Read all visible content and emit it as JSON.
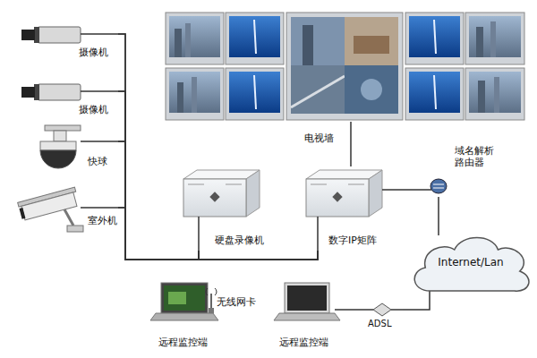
{
  "diagram": {
    "nodes": [
      {
        "text": [
          "摄像机"
        ]
      },
      {
        "text": [
          "摄像机"
        ]
      },
      {
        "text": [
          "快球"
        ]
      },
      {
        "text": [
          "室外机"
        ]
      },
      {
        "text": [
          "电视墙"
        ]
      },
      {
        "text": [
          "硬盘录像机"
        ]
      },
      {
        "text": [
          "数字IP矩阵"
        ]
      },
      {
        "text": [
          "域名解析 路由器"
        ]
      },
      {
        "text": [
          "Internet/Lan"
        ]
      },
      {
        "text": [
          "远程监控端"
        ]
      },
      {
        "text": [
          "远程监控端"
        ]
      },
      {
        "text": [
          "ADSL"
        ]
      }
    ],
    "edges": [
      {
        "from": 0,
        "to": 5,
        "arrow": "none"
      },
      {
        "from": 0,
        "to": 6,
        "arrow": "none"
      },
      {
        "from": 1,
        "to": 5,
        "arrow": "none"
      },
      {
        "from": 1,
        "to": 6,
        "arrow": "none"
      },
      {
        "from": 2,
        "to": 5,
        "arrow": "none"
      },
      {
        "from": 2,
        "to": 6,
        "arrow": "none"
      },
      {
        "from": 3,
        "to": 5,
        "arrow": "none"
      },
      {
        "from": 3,
        "to": 6,
        "arrow": "none"
      },
      {
        "from": 4,
        "to": 6,
        "arrow": "none"
      },
      {
        "from": 6,
        "to": 7,
        "arrow": "none"
      },
      {
        "from": 7,
        "to": 8,
        "arrow": "none"
      },
      {
        "from": 8,
        "to": 11,
        "arrow": "none"
      },
      {
        "from": 11,
        "to": 10,
        "arrow": "none"
      }
    ],
    "labels": [
      "无线网卡"
    ]
  }
}
